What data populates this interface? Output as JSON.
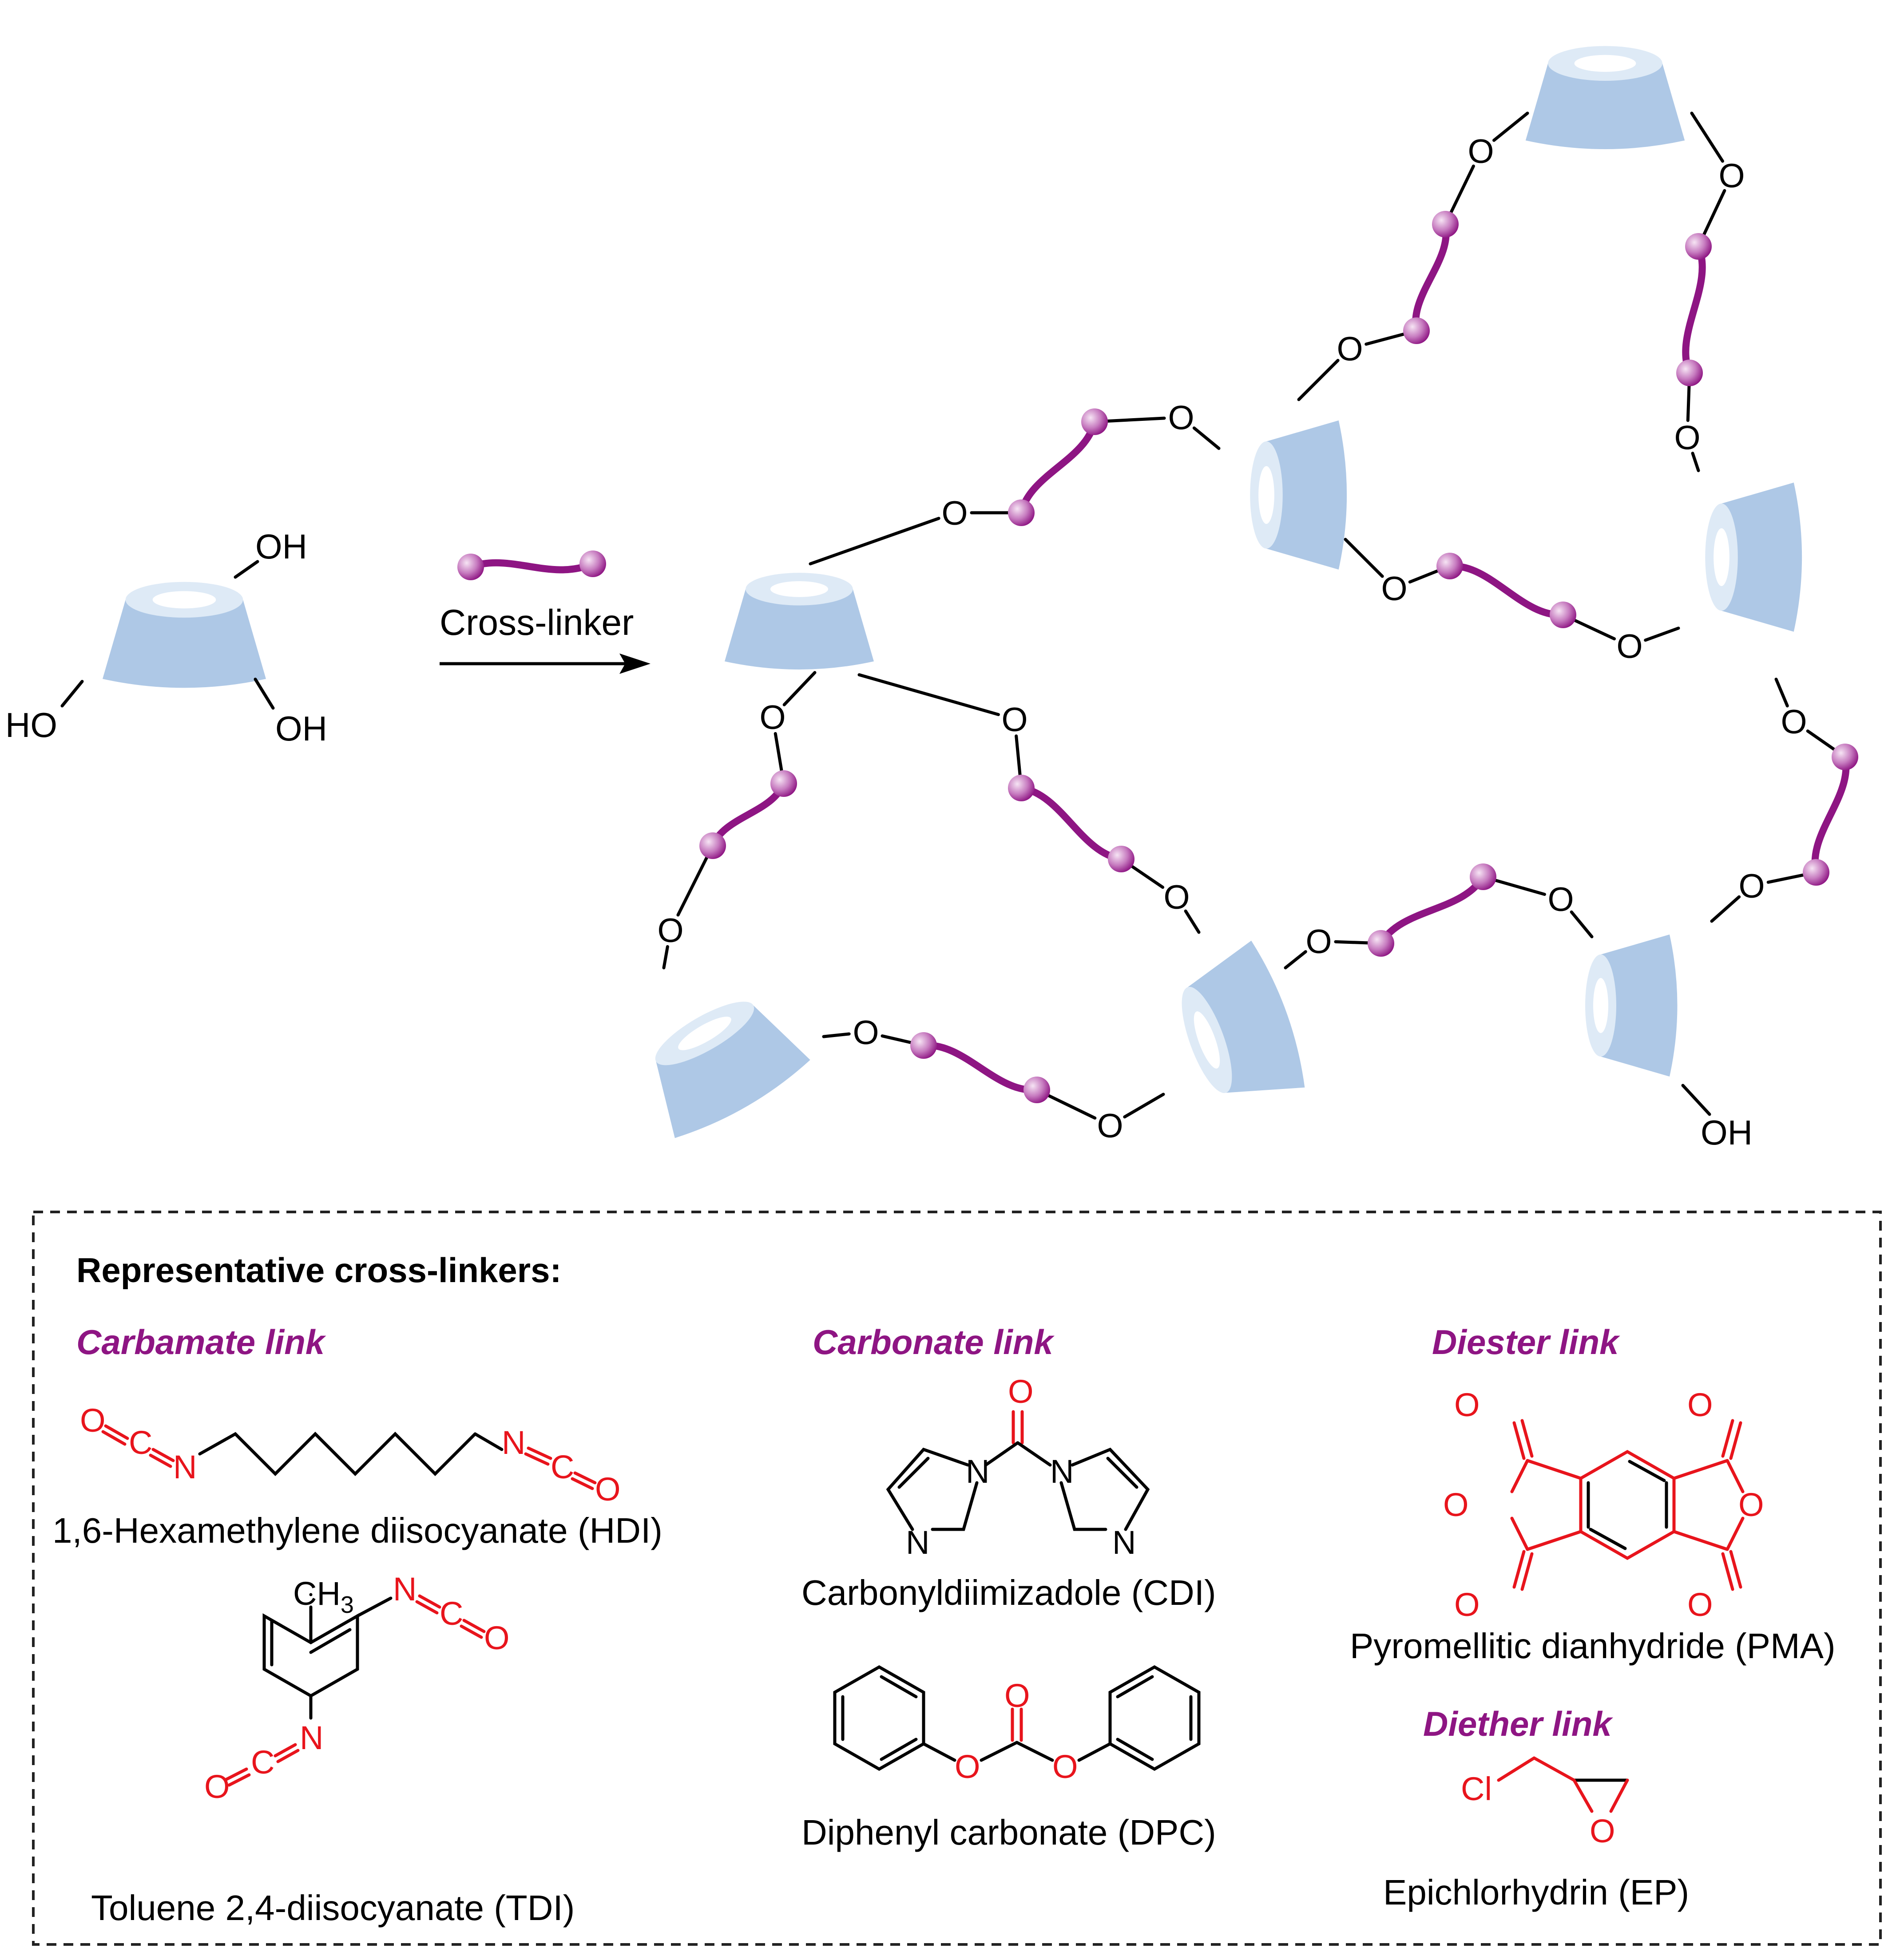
{
  "reaction": {
    "arrow_label": "Cross-linker",
    "hydroxyl": "OH",
    "hydroxyl_left": "HO",
    "oxygen": "O"
  },
  "box": {
    "title": "Representative cross-linkers:",
    "categories": {
      "carbamate": "Carbamate link",
      "carbonate": "Carbonate link",
      "diester": "Diester link",
      "diether": "Diether link"
    },
    "compounds": {
      "hdi": "1,6-Hexamethylene diisocyanate (HDI)",
      "tdi": "Toluene 2,4-diisocyanate (TDI)",
      "cdi": "Carbonyldiimizadole (CDI)",
      "dpc": "Diphenyl carbonate (DPC)",
      "pma": "Pyromellitic dianhydride (PMA)",
      "ep": "Epichlorhydrin (EP)"
    },
    "atoms": {
      "O": "O",
      "N": "N",
      "C": "C",
      "Cl": "Cl",
      "CH3": "CH",
      "sub3": "3"
    }
  },
  "colors": {
    "cyclodextrin": "#aec8e6",
    "cyclodextrin_rim": "#deeaf6",
    "crosslinker": "#8e1583",
    "bead": "#c77cc0",
    "heteroatom": "#e8141c",
    "category": "#8e1583"
  }
}
